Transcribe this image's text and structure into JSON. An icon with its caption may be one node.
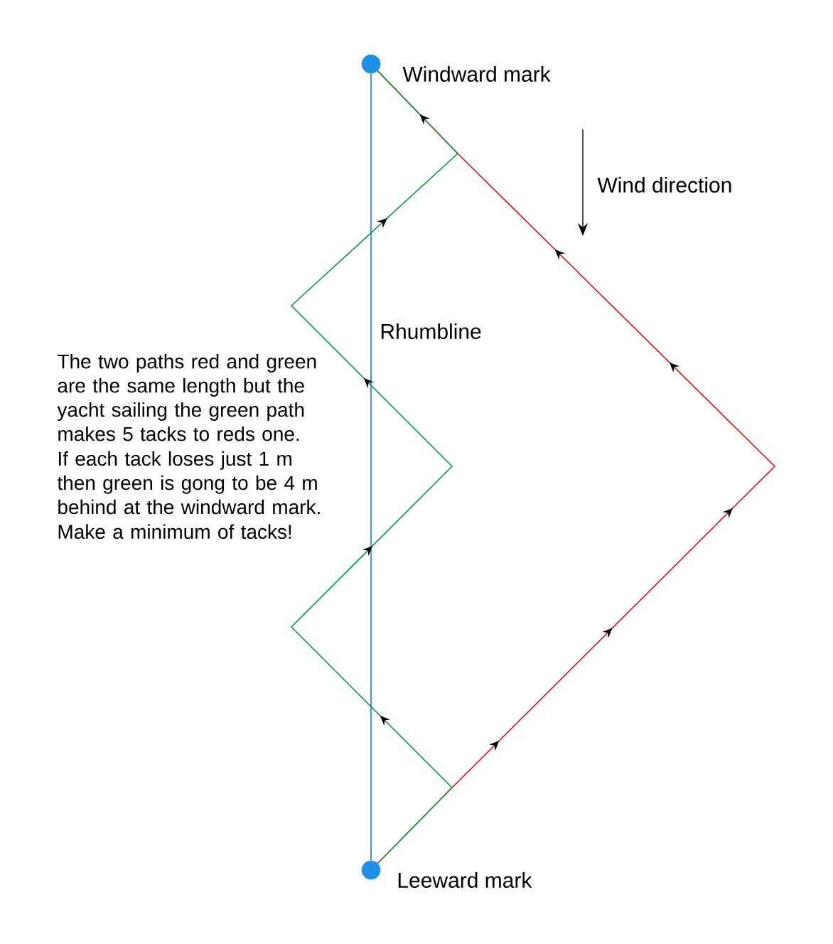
{
  "diagram": {
    "nodes": [
      {
        "text": [],
        "shape": "circle",
        "beside": [
          "Windward mark"
        ]
      },
      {
        "text": [],
        "shape": "circle",
        "beside": [
          "Leeward mark"
        ]
      }
    ],
    "edges": [
      {
        "from": 1,
        "to": 0,
        "arrow": "none",
        "label": "Rhumbline",
        "color": "#1a7fc0"
      },
      {
        "from": 1,
        "to": 0,
        "arrow": "to",
        "color": "#e01010"
      },
      {
        "from": 1,
        "to": 0,
        "arrow": "to",
        "color": "#109a40"
      }
    ],
    "labels": [
      "Wind direction",
      "The two paths red and green are the same length but the yacht sailing the green path makes 5 tacks to reds one.",
      "If each tack loses just 1 m then green is gong to be 4 m behind at the windward mark.",
      "Make a minimum of tacks!"
    ]
  }
}
